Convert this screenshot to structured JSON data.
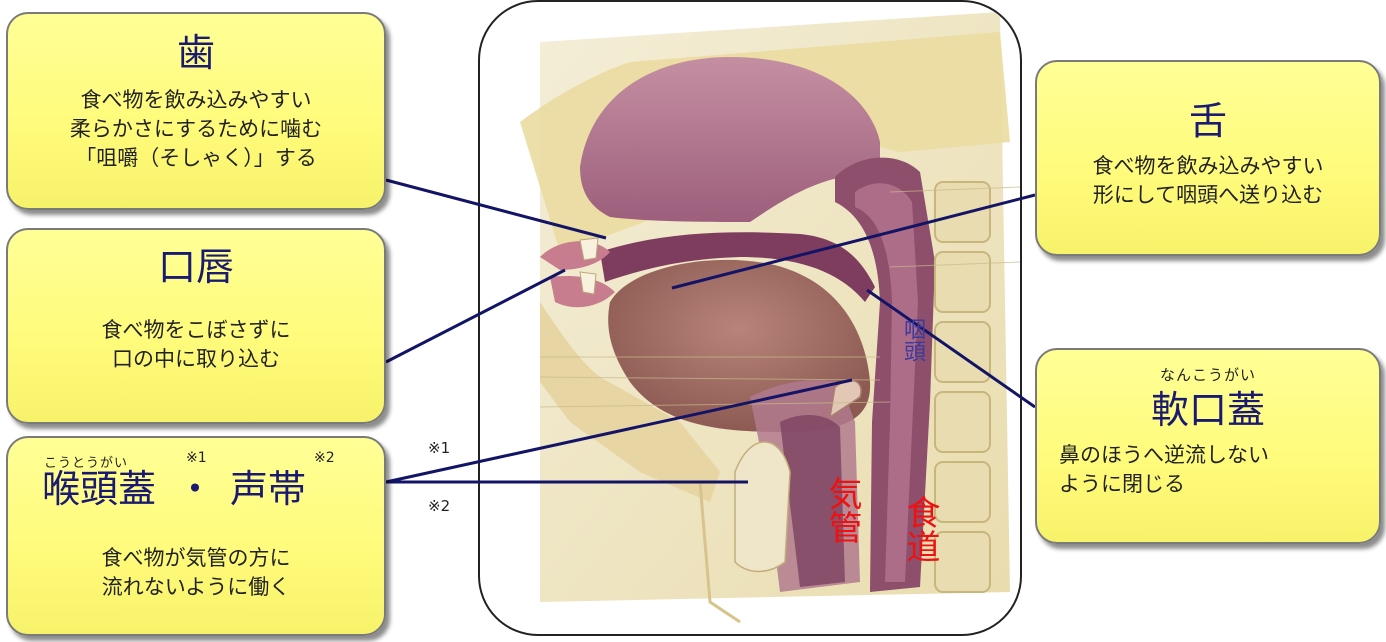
{
  "boxes": {
    "teeth": {
      "title": "歯",
      "lines": [
        "食べ物を飲み込みやすい",
        "柔らかさにするために噛む",
        "「咀嚼（そしゃく）」する"
      ]
    },
    "lips": {
      "title": "口唇",
      "lines": [
        "食べ物をこぼさずに",
        "口の中に取り込む"
      ]
    },
    "epiglottis": {
      "ruby": "こうとうがい",
      "title_a": "喉頭蓋",
      "title_sep": "・",
      "title_b": "声帯",
      "mark1": "※1",
      "mark2": "※2",
      "lines": [
        "食べ物が気管の方に",
        "流れないように働く"
      ]
    },
    "tongue": {
      "title": "舌",
      "lines": [
        "食べ物を飲み込みやすい",
        "形にして咽頭へ送り込む"
      ]
    },
    "soft_palate": {
      "ruby": "なんこうがい",
      "title": "軟口蓋",
      "lines": [
        "鼻のほうへ逆流しない",
        "ように閉じる"
      ]
    }
  },
  "notes": {
    "n1": "※1",
    "n2": "※2"
  },
  "figure_labels": {
    "pharynx": "咽頭",
    "trachea": "気管",
    "esophagus": "食道"
  },
  "colors": {
    "box_fill": "#fffb7a",
    "title": "#1a1a70",
    "line": "#141466",
    "pharynx_label": "#3a3aa0",
    "organ_label": "#ee1111"
  }
}
